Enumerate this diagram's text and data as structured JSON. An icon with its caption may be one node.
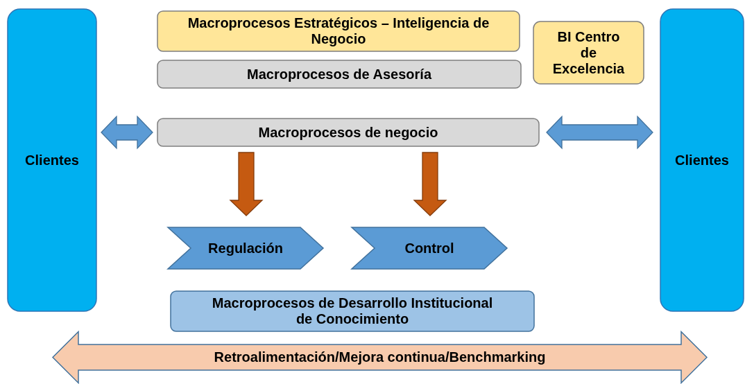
{
  "diagram": {
    "nodes": [
      {
        "text": [
          "Clientes"
        ]
      },
      {
        "text": [
          "Macroprocesos Estratégicos – Inteligencia de Negocio"
        ]
      },
      {
        "text": [
          "Macroprocesos de Asesoría"
        ]
      },
      {
        "text": [
          "BI Centro de Excelencia"
        ]
      },
      {
        "text": [
          "Macroprocesos de negocio"
        ]
      },
      {
        "text": [
          "Regulación"
        ]
      },
      {
        "text": [
          "Control"
        ]
      },
      {
        "text": [
          "Macroprocesos de Desarrollo Institucional de Conocimiento"
        ]
      },
      {
        "text": [
          "Clientes"
        ]
      },
      {
        "text": [
          "Retroalimentación/Mejora continua/Benchmarking"
        ]
      }
    ],
    "edges": [
      {
        "from": 0,
        "to": 4,
        "arrow": "both",
        "style": "thick",
        "color": "#5b9bd5"
      },
      {
        "from": 4,
        "to": 8,
        "arrow": "both",
        "style": "thick",
        "color": "#5b9bd5"
      },
      {
        "from": 4,
        "to": 5,
        "arrow": "to",
        "style": "thick",
        "color": "#c55a11"
      },
      {
        "from": 4,
        "to": 6,
        "arrow": "to",
        "style": "thick",
        "color": "#c55a11"
      }
    ]
  }
}
